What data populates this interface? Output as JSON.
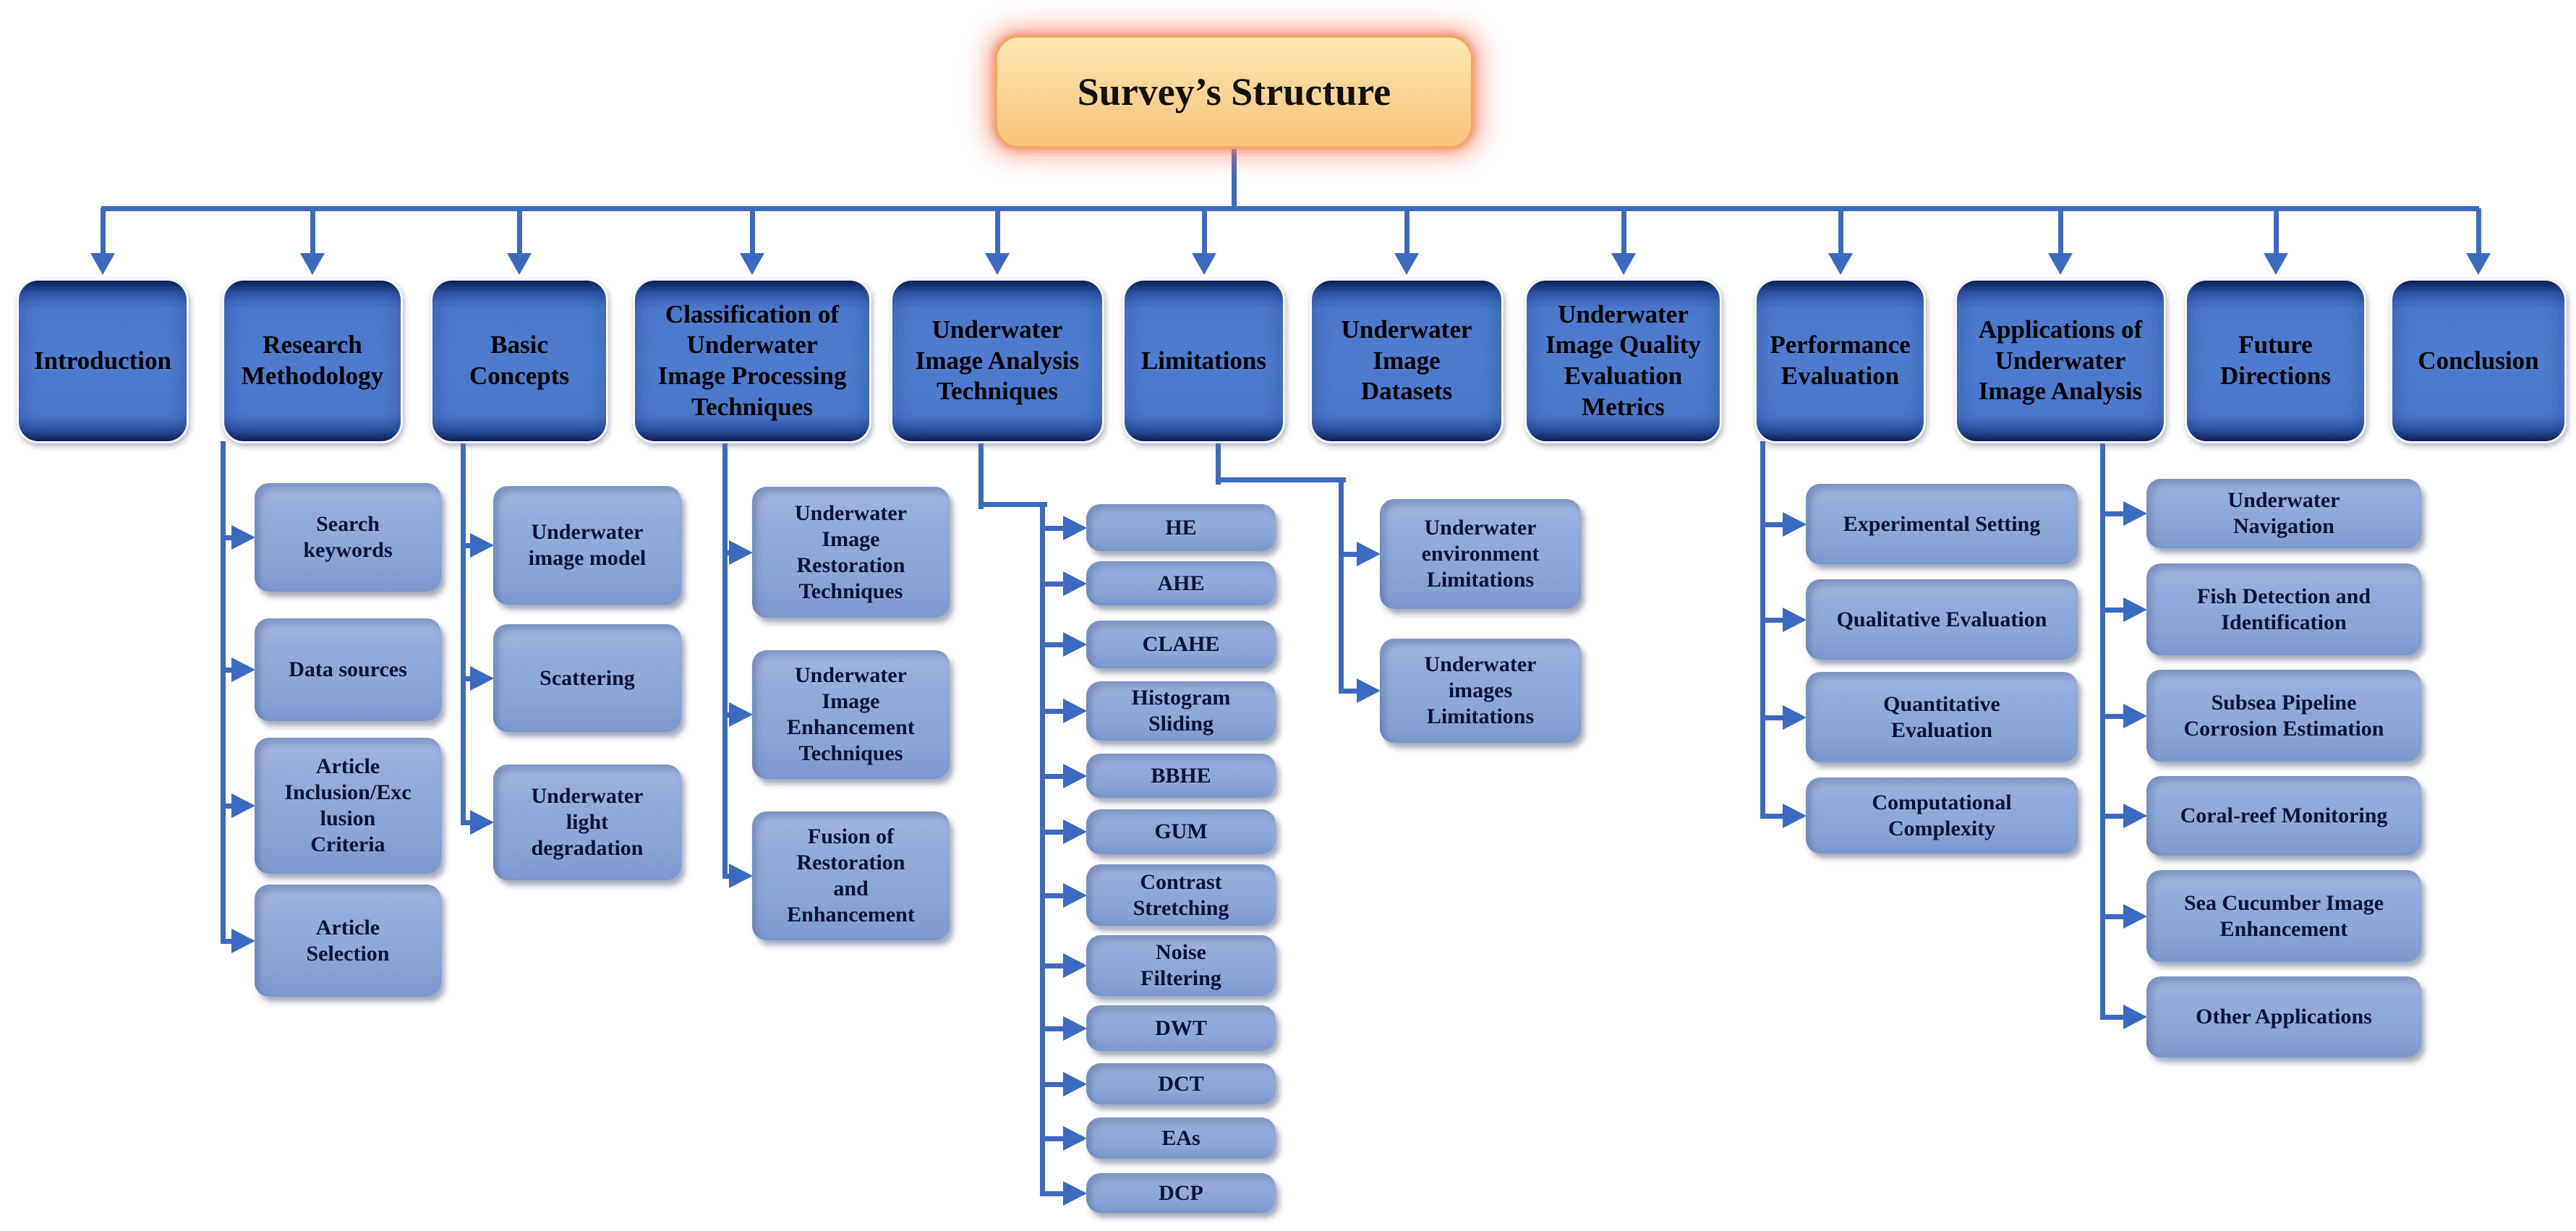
{
  "title": "Survey’s Structure",
  "colors": {
    "background": "#ffffff",
    "connector": "#3c6ac1",
    "parent_fill": "#4a77ca",
    "parent_edge": "#0c1f57",
    "child_fill": "#8faadc",
    "title_fill": "#fbd38d",
    "title_border": "#f2a765",
    "title_glow": "#f08070",
    "text_dark": "#0a1238"
  },
  "branches": [
    {
      "id": "introduction",
      "label": "Introduction",
      "children": []
    },
    {
      "id": "research-methodology",
      "label": "Research\nMethodology",
      "children": [
        "Search\nkeywords",
        "Data sources",
        "Article\nInclusion/Exc\nlusion\nCriteria",
        "Article\nSelection"
      ]
    },
    {
      "id": "basic-concepts",
      "label": "Basic\nConcepts",
      "children": [
        "Underwater\nimage model",
        "Scattering",
        "Underwater\nlight\ndegradation"
      ]
    },
    {
      "id": "classification",
      "label": "Classification of\nUnderwater\nImage Processing\nTechniques",
      "children": [
        "Underwater\nImage\nRestoration\nTechniques",
        "Underwater\nImage\nEnhancement\nTechniques",
        "Fusion of\nRestoration\nand\nEnhancement"
      ]
    },
    {
      "id": "image-analysis-techniques",
      "label": "Underwater\nImage Analysis\nTechniques",
      "children": [
        "HE",
        "AHE",
        "CLAHE",
        "Histogram\nSliding",
        "BBHE",
        "GUM",
        "Contrast\nStretching",
        "Noise\nFiltering",
        "DWT",
        "DCT",
        "EAs",
        "DCP"
      ]
    },
    {
      "id": "limitations",
      "label": "Limitations",
      "children": [
        "Underwater\nenvironment\nLimitations",
        "Underwater\nimages\nLimitations"
      ]
    },
    {
      "id": "image-datasets",
      "label": "Underwater\nImage\nDatasets",
      "children": []
    },
    {
      "id": "quality-evaluation-metrics",
      "label": "Underwater\nImage Quality\nEvaluation\nMetrics",
      "children": []
    },
    {
      "id": "performance-evaluation",
      "label": "Performance\nEvaluation",
      "children": [
        "Experimental Setting",
        "Qualitative Evaluation",
        "Quantitative\nEvaluation",
        "Computational\nComplexity"
      ]
    },
    {
      "id": "applications",
      "label": "Applications of\nUnderwater\nImage Analysis",
      "children": [
        "Underwater\nNavigation",
        "Fish Detection and\nIdentification",
        "Subsea Pipeline\nCorrosion Estimation",
        "Coral-reef Monitoring",
        "Sea Cucumber Image\nEnhancement",
        "Other Applications"
      ]
    },
    {
      "id": "future-directions",
      "label": "Future\nDirections",
      "children": []
    },
    {
      "id": "conclusion",
      "label": "Conclusion",
      "children": []
    }
  ]
}
